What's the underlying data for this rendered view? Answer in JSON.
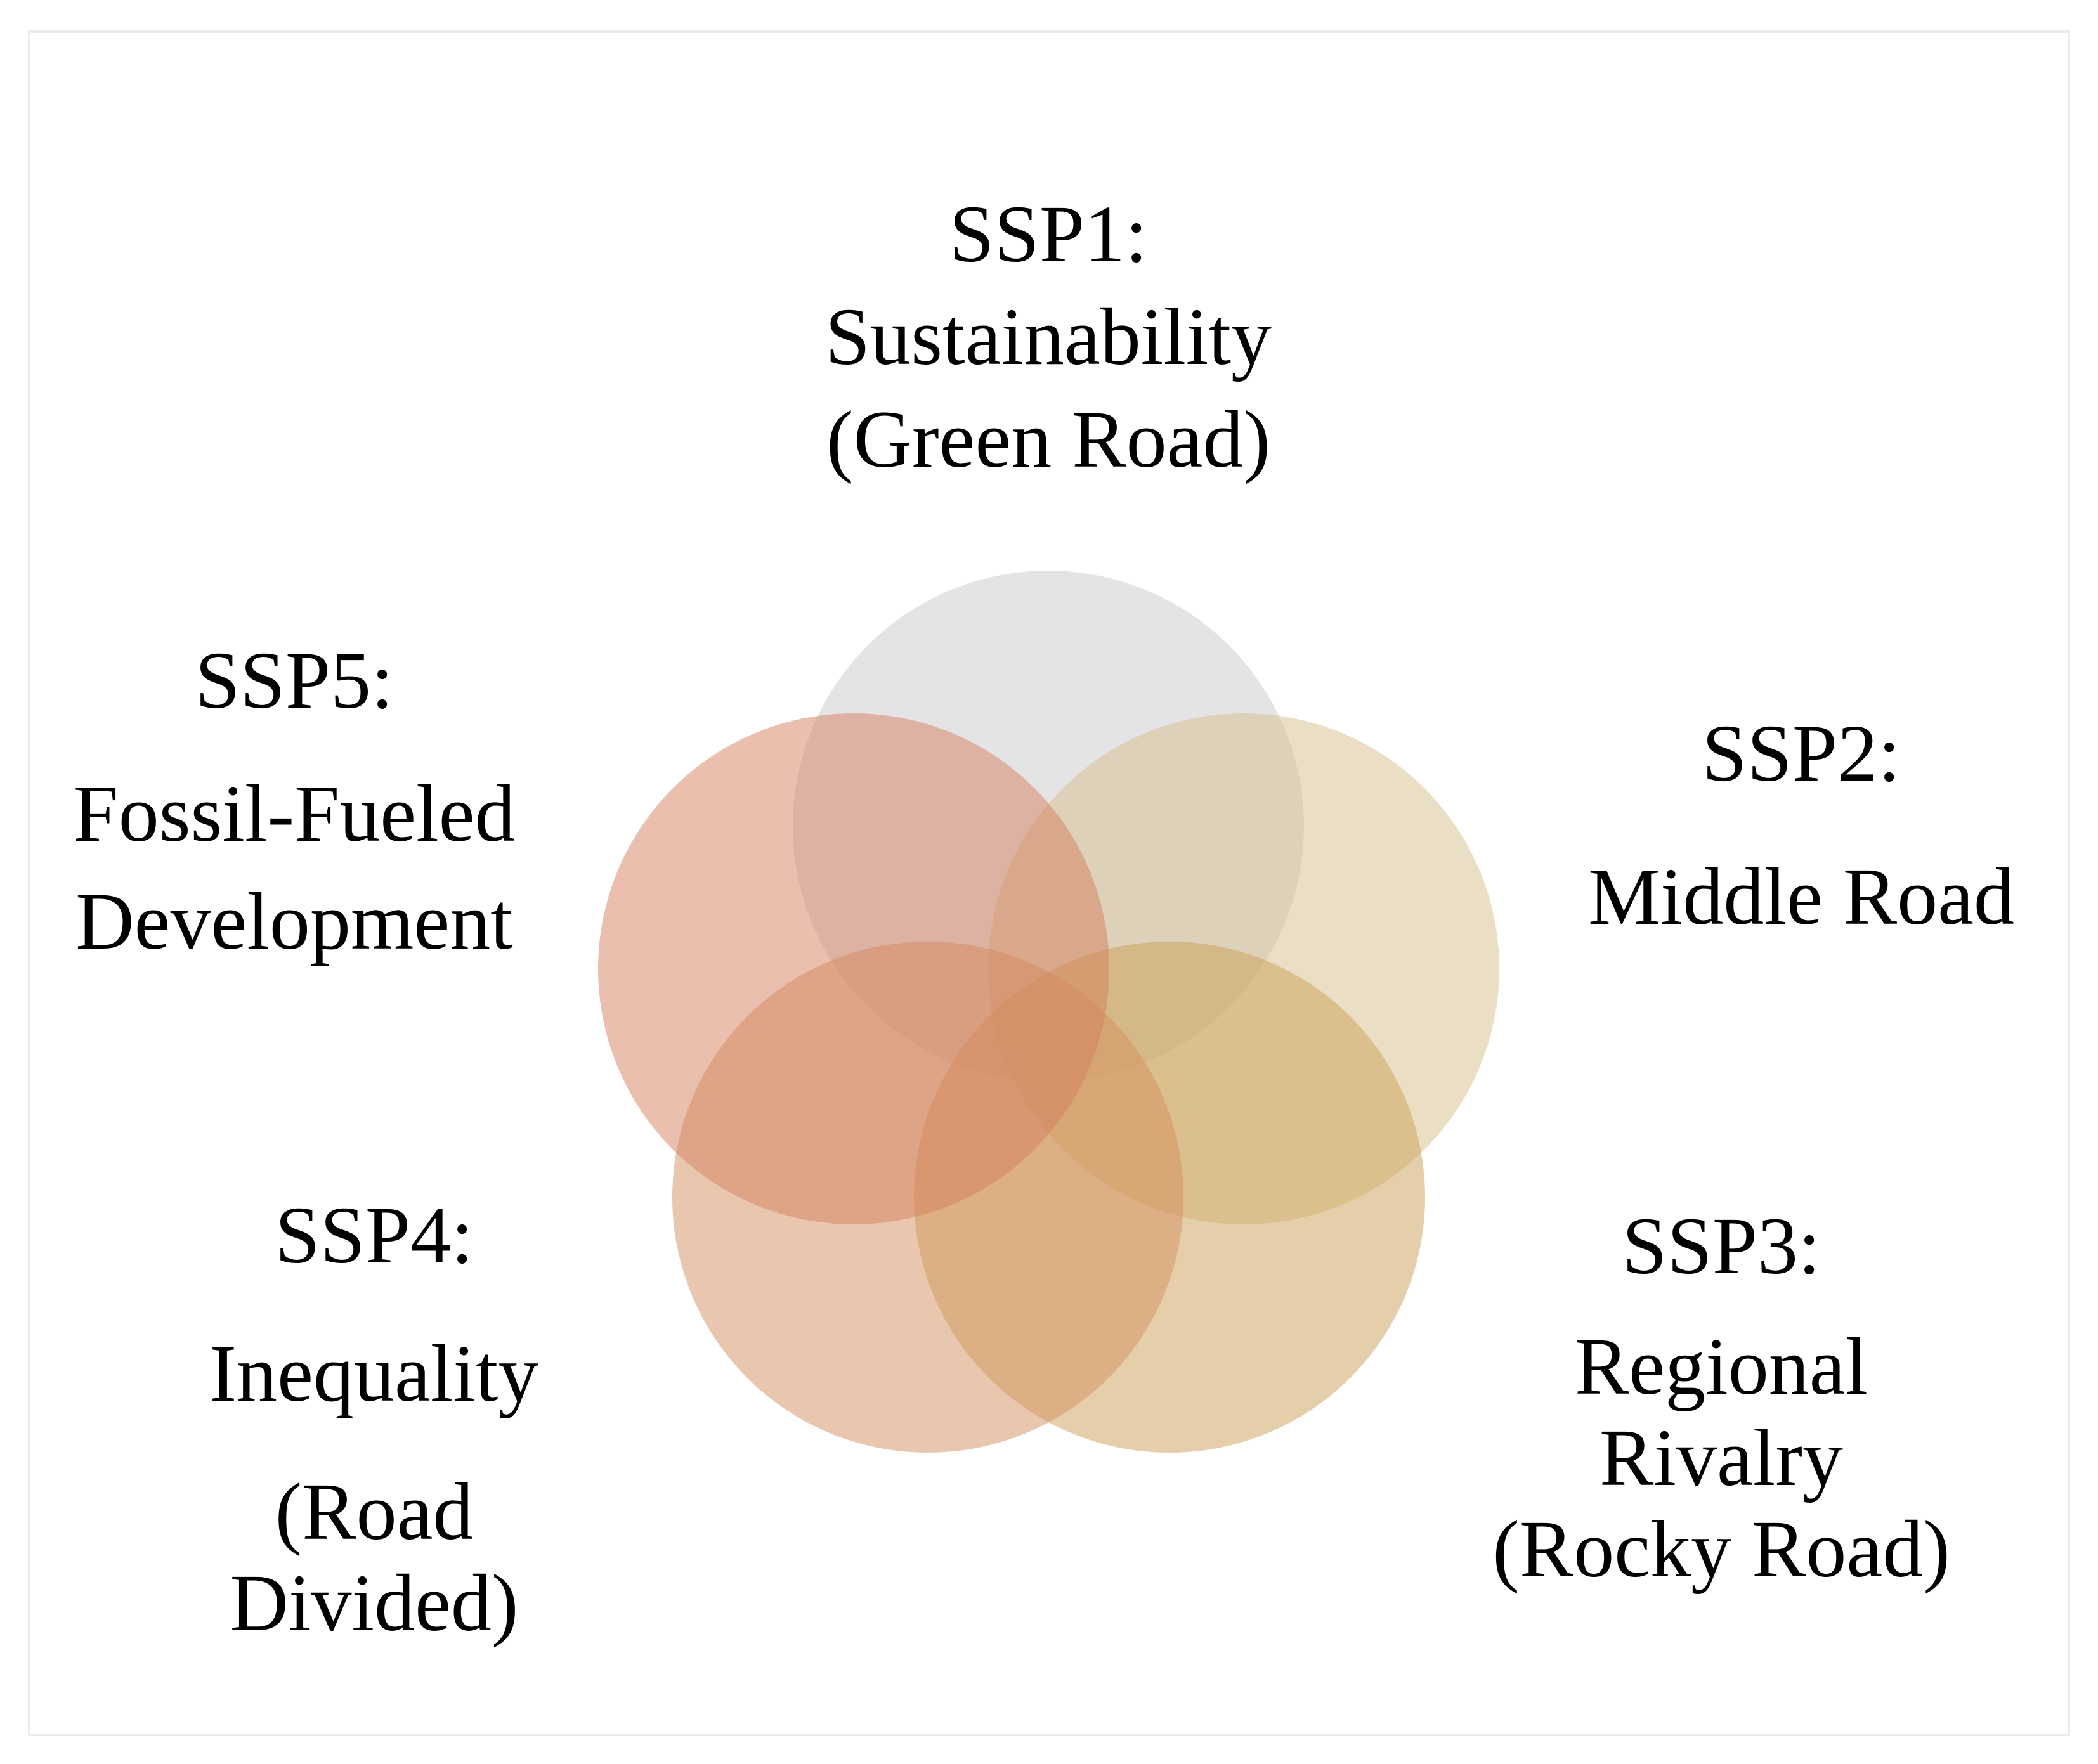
{
  "diagram": {
    "sets": [
      {
        "id": "ssp1",
        "lines": [
          "SSP1:",
          "Sustainability",
          "(Green Road)"
        ],
        "color": "#c9c9d0"
      },
      {
        "id": "ssp2",
        "lines": [
          "SSP2:",
          "Middle Road"
        ],
        "color": "#d5bd8c"
      },
      {
        "id": "ssp3",
        "lines": [
          "SSP3:",
          "Regional",
          "Rivalry",
          "(Rocky Road)"
        ],
        "color": "#cc9f56"
      },
      {
        "id": "ssp4",
        "lines": [
          "SSP4:",
          "Inequality",
          "(Road",
          "Divided)"
        ],
        "color": "#d39060"
      },
      {
        "id": "ssp5",
        "lines": [
          "SSP5:",
          "Fossil-Fueled",
          "Development"
        ],
        "color": "#d5805d"
      }
    ]
  }
}
